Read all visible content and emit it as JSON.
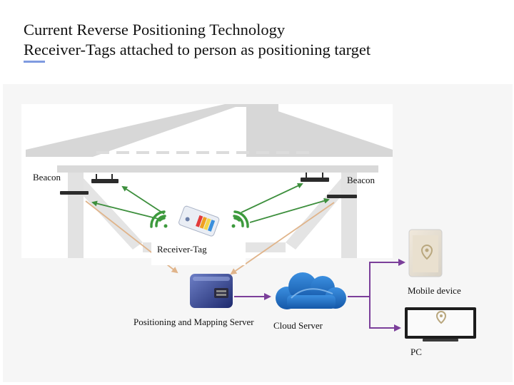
{
  "title": {
    "line1": "Current Reverse Positioning Technology",
    "line2": "Receiver-Tags attached to person as positioning target"
  },
  "labels": {
    "beacon_left": "Beacon",
    "beacon_right": "Beacon",
    "receiver_tag": "Receiver-Tag",
    "server": "Positioning and Mapping Server",
    "cloud": "Cloud Server",
    "mobile": "Mobile device",
    "pc": "PC"
  },
  "colors": {
    "signal_arrows": "#3d8f3d",
    "report_arrows": "#e0b48a",
    "output_arrows": "#7b3f9a",
    "cloud": "#1f6fc4",
    "house_outline": "#d2d2d2"
  },
  "icons": [
    "house-outline",
    "beacon-device",
    "wifi-signal-icon",
    "receiver-tag-device",
    "server-icon",
    "cloud-icon",
    "mobile-device-icon",
    "pc-monitor-icon",
    "location-pin-icon"
  ]
}
